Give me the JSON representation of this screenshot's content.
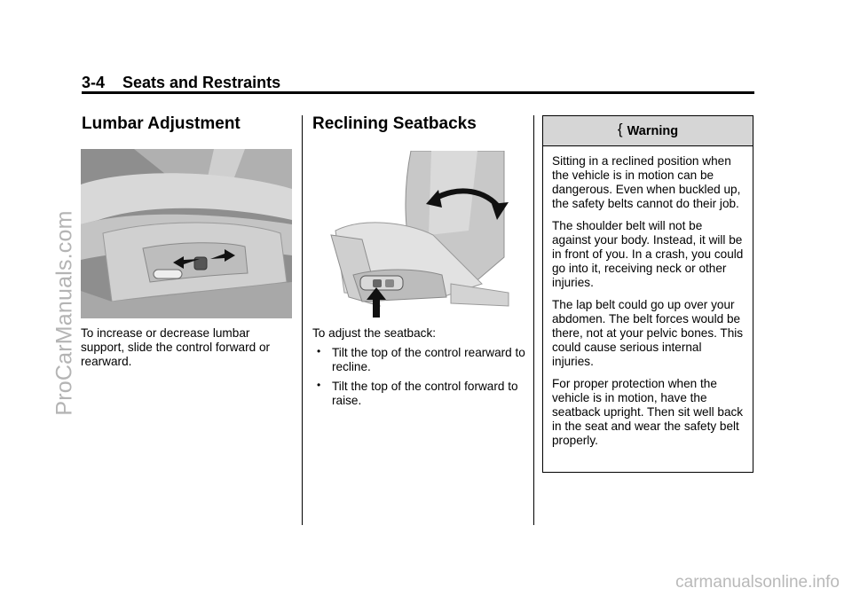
{
  "watermarks": {
    "side": "ProCarManuals.com",
    "bottom": "carmanualsonline.info"
  },
  "header": {
    "page_number": "3-4",
    "section": "Seats and Restraints"
  },
  "lumbar": {
    "heading": "Lumbar Adjustment",
    "text": "To increase or decrease lumbar support, slide the control forward or rearward."
  },
  "reclining": {
    "heading": "Reclining Seatbacks",
    "intro": "To adjust the seatback:",
    "bullets": [
      "Tilt the top of the control rearward to recline.",
      "Tilt the top of the control forward to raise."
    ]
  },
  "warning": {
    "symbol": "{",
    "title": "Warning",
    "paragraphs": [
      "Sitting in a reclined position when the vehicle is in motion can be dangerous. Even when buckled up, the safety belts cannot do their job.",
      "The shoulder belt will not be against your body. Instead, it will be in front of you. In a crash, you could go into it, receiving neck or other injuries.",
      "The lap belt could go up over your abdomen. The belt forces would be there, not at your pelvic bones. This could cause serious internal injuries.",
      "For proper protection when the vehicle is in motion, have the seatback upright. Then sit well back in the seat and wear the safety belt properly."
    ]
  },
  "icons": {
    "bullet": "•",
    "lumbar_figure": "lumbar-control-illustration",
    "recline_figure": "recline-control-illustration"
  }
}
